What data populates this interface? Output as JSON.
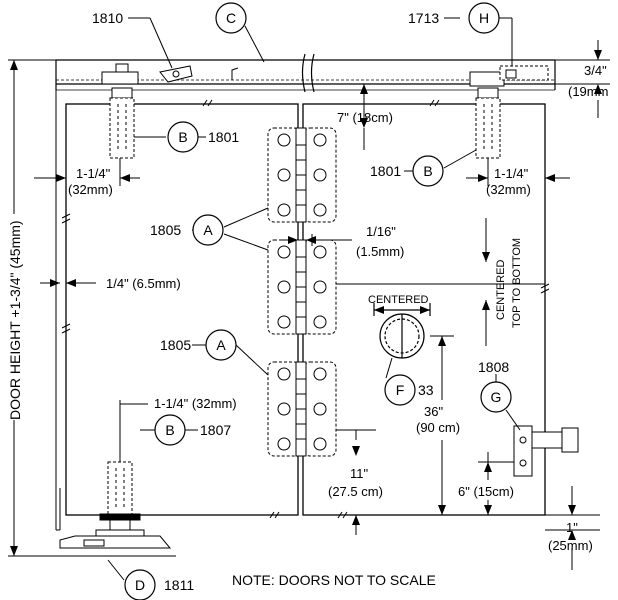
{
  "part_numbers": {
    "p1810": "1810",
    "p1713": "1713",
    "p1801_left": "1801",
    "p1801_right": "1801",
    "p1805_top": "1805",
    "p1805_bottom": "1805",
    "p1807": "1807",
    "p1811": "1811",
    "p1808": "1808",
    "p33": "33"
  },
  "callouts": {
    "a_top": "A",
    "a_bottom": "A",
    "b_left": "B",
    "b_right": "B",
    "b_bottom": "B",
    "c": "C",
    "d": "D",
    "f": "F",
    "g": "G",
    "h": "H"
  },
  "dimensions": {
    "top_gap_imp": "3/4\"",
    "top_gap_met": "(19mm",
    "hinge_offset": "7\" (18cm)",
    "left_inset_imp": "1-1/4\"",
    "left_inset_met": "(32mm)",
    "right_inset_imp": "1-1/4\"",
    "right_inset_met": "(32mm)",
    "door_gap_imp": "1/16\"",
    "door_gap_met": "(1.5mm)",
    "edge_gap": "1/4\" (6.5mm)",
    "door_height": "DOOR HEIGHT +1-3/4\" (45mm)",
    "centered_horiz": "CENTERED",
    "centered_vert_1": "CENTERED",
    "centered_vert_2": "TOP TO BOTTOM",
    "bottom_inset": "1-1/4\" (32mm)",
    "height_36_imp": "36\"",
    "height_36_met": "(90 cm)",
    "hinge_bottom_imp": "11\"",
    "hinge_bottom_met": "(27.5 cm)",
    "six_in": "6\" (15cm)",
    "bottom_gap_imp": "1\"",
    "bottom_gap_met": "(25mm)"
  },
  "note": "NOTE: DOORS NOT TO SCALE"
}
